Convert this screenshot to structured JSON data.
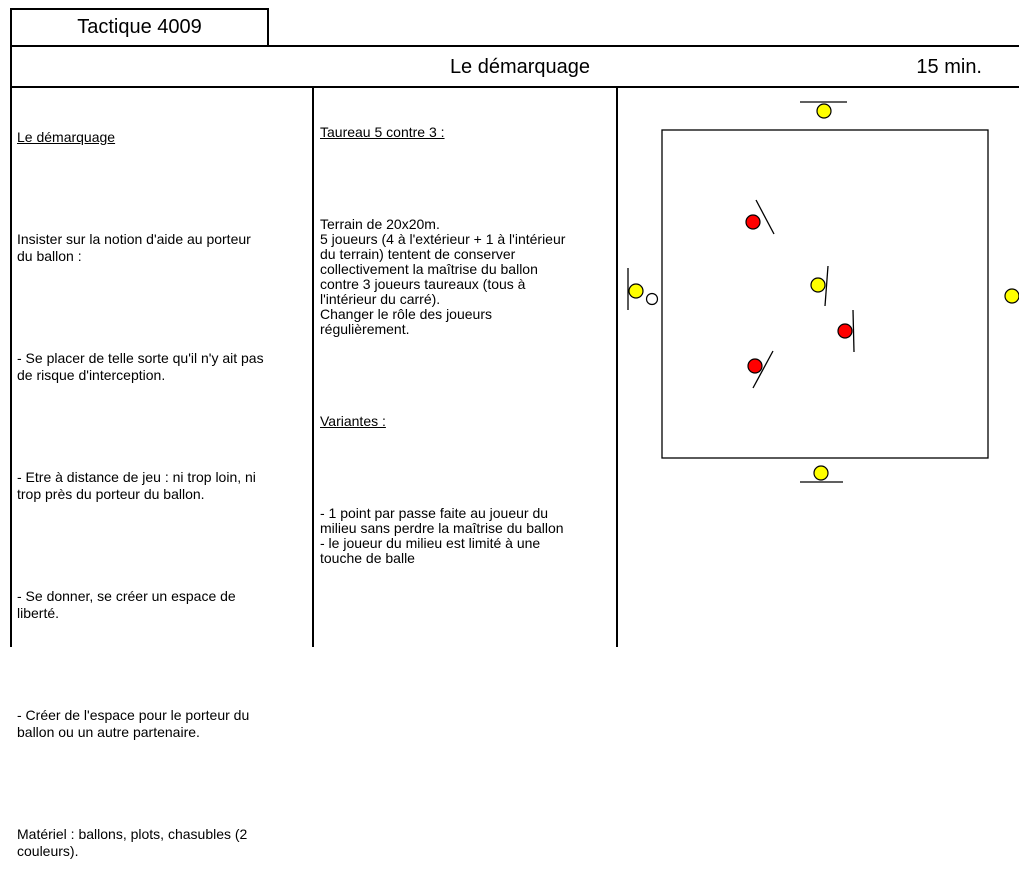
{
  "title": "Tactique 4009",
  "header": {
    "theme": "Le démarquage",
    "duration": "15 min."
  },
  "col_left": {
    "heading": "Le démarquage",
    "p1": "Insister sur la notion d'aide au porteur\ndu ballon :",
    "p2": "- Se placer de telle sorte qu'il n'y ait pas\nde risque d'interception.",
    "p3": "- Etre à distance de jeu : ni trop loin, ni\ntrop près du porteur du ballon.",
    "p4": "- Se donner, se créer un espace de\nliberté.",
    "p5": "- Créer de l'espace pour le porteur du\nballon ou un autre partenaire.",
    "p6": "Matériel : ballons, plots, chasubles (2\ncouleurs)."
  },
  "col_mid": {
    "heading": "Taureau 5 contre 3 :",
    "p1": "Terrain de 20x20m.\n5 joueurs (4 à l'extérieur + 1 à l'intérieur\ndu terrain) tentent de conserver\ncollectivement la maîtrise du ballon\ncontre 3 joueurs taureaux (tous à\nl'intérieur du carré).\nChanger le rôle des joueurs\nrégulièrement.",
    "variants_heading": "Variantes :",
    "p2": "- 1 point par passe faite au joueur du\nmilieu sans perdre la maîtrise du ballon\n- le joueur du milieu est limité à une\ntouche de balle"
  },
  "diagram": {
    "colors": {
      "attacker": "#ffff00",
      "defender": "#ff0000",
      "ball": "#ffffff",
      "line": "#000000"
    },
    "yellow_players": 5,
    "red_players": 3,
    "balls": 1
  }
}
